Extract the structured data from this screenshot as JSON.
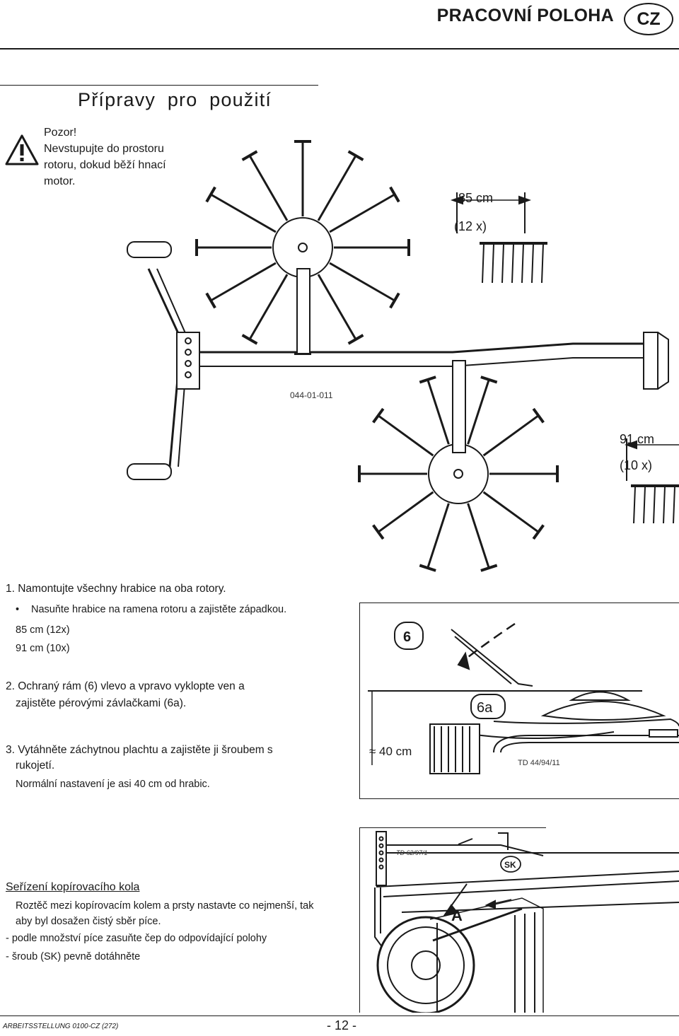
{
  "header": {
    "title": "PRACOVNÍ POLOHA",
    "badge": "CZ"
  },
  "section_title": "Přípravy pro použití",
  "warning": {
    "icon": "warning-triangle-icon",
    "lines": [
      "Pozor!",
      "Nevstupujte do prostoru",
      "rotoru, dokud běží hnací",
      "motor."
    ]
  },
  "diagram_top": {
    "upper_label_1": "85 cm",
    "upper_label_2": "(12 x)",
    "lower_label_1": "91 cm",
    "lower_label_2": "(10 x)",
    "code": "044-01-011"
  },
  "steps": {
    "s1": "1. Namontujte všechny hrabice na oba rotory.",
    "s1_bullet": "Nasuňte hrabice na ramena rotoru a zajistěte západkou.",
    "s1_a": "85 cm (12x)",
    "s1_b": "91 cm (10x)",
    "s2_line1": "2. Ochraný rám (6) vlevo a vpravo vyklopte ven a",
    "s2_line2": "zajistěte pérovými závlačkami (6a).",
    "s3_line1": "3. Vytáhněte záchytnou plachtu a zajistěte ji šroubem s",
    "s3_line2": "rukojetí.",
    "s3_note": "Normální nastavení je asi 40 cm od hrabic."
  },
  "diagram_mid": {
    "label_6": "6",
    "label_6a": "6a",
    "distance": "≈ 40 cm",
    "code": "TD 44/94/11"
  },
  "wheel_section": {
    "title": "Seřízení kopírovacího kola",
    "para_line1": "Roztěč mezi kopírovacím kolem a prsty nastavte co nejmenší, tak",
    "para_line2": "aby byl dosažen čistý sběr píce.",
    "item1": "-   podle množství píce zasuňte čep do odpovídající polohy",
    "item2": "-   šroub (SK) pevně dotáhněte"
  },
  "diagram_bottom": {
    "label_sk": "SK",
    "label_a": "A",
    "code": "TD 62/97/1"
  },
  "footer": {
    "code": "ARBEITSSTELLUNG 0100-CZ (272)",
    "page": "- 12 -"
  }
}
